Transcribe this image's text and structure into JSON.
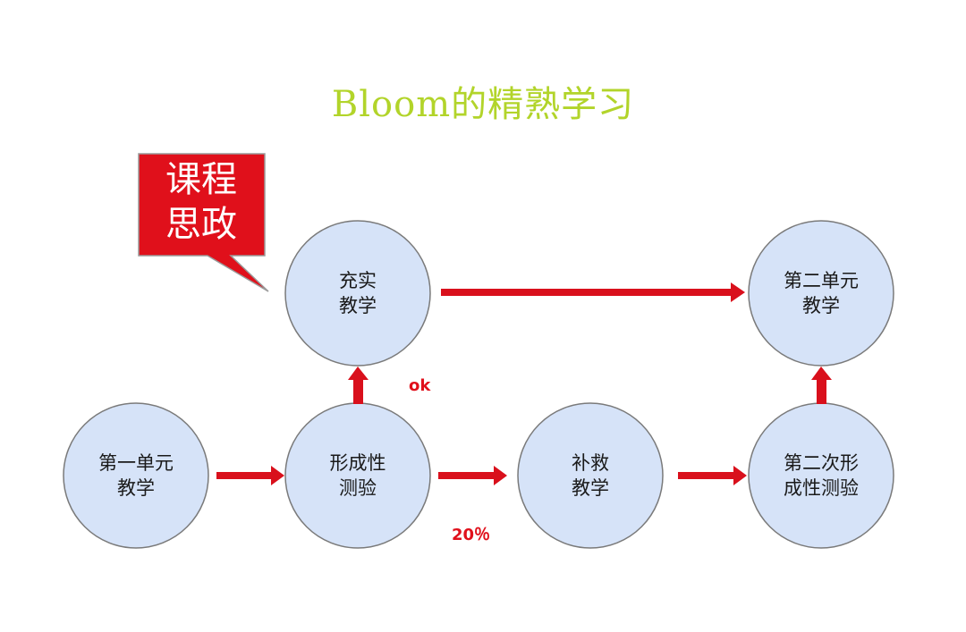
{
  "title": "Bloom的精熟学习",
  "callout": {
    "text": "课程\n思政"
  },
  "nodes": [
    {
      "id": "unit1",
      "label": "第一单元\n教学"
    },
    {
      "id": "formative1",
      "label": "形成性\n测验"
    },
    {
      "id": "enriched",
      "label": "充实\n教学"
    },
    {
      "id": "remedial",
      "label": "补救\n教学"
    },
    {
      "id": "formative2",
      "label": "第二次形\n成性测验"
    },
    {
      "id": "unit2",
      "label": "第二单元\n教学"
    }
  ],
  "edges": [
    {
      "from": "unit1",
      "to": "formative1",
      "label": ""
    },
    {
      "from": "formative1",
      "to": "enriched",
      "label": "ok"
    },
    {
      "from": "formative1",
      "to": "remedial",
      "label": "20％"
    },
    {
      "from": "remedial",
      "to": "formative2",
      "label": ""
    },
    {
      "from": "enriched",
      "to": "unit2",
      "label": ""
    },
    {
      "from": "formative2",
      "to": "unit2",
      "label": ""
    }
  ],
  "colors": {
    "node_fill": "#d6e3f8",
    "node_stroke": "#7a7a7a",
    "arrow": "#d9101c",
    "callout": "#e0101b",
    "title": "#b2d42a"
  }
}
